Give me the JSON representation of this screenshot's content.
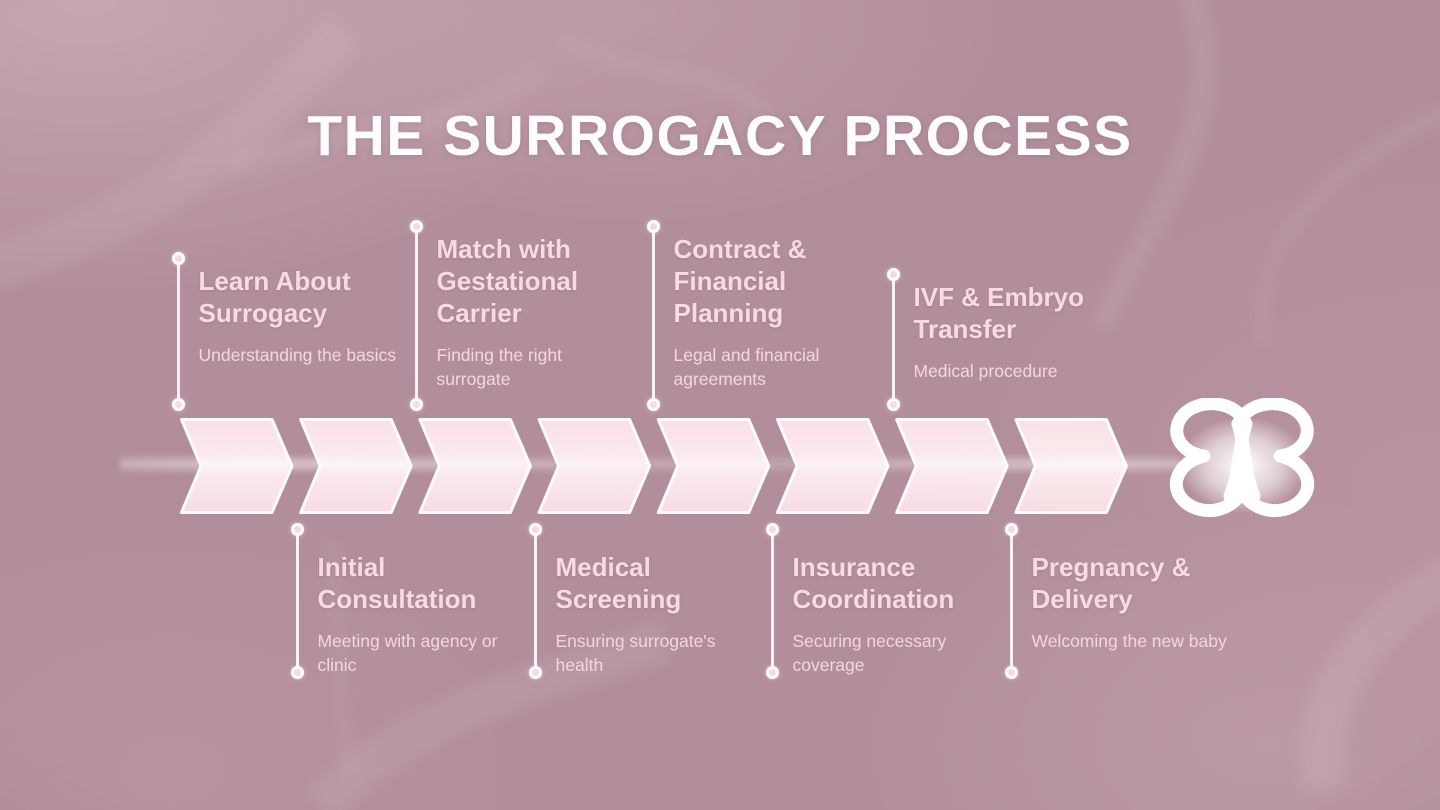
{
  "title": "THE SURROGACY PROCESS",
  "logo_icon": "butterfly",
  "colors": {
    "background": "#b28e9c",
    "chevron_fill": "#fce8ec",
    "milestone_text": "#f7dbe2",
    "subtitle_text": "#f3d7de",
    "accent_white": "#ffffff"
  },
  "milestones": [
    {
      "title": "Learn About Surrogacy",
      "subtitle": "Understanding the basics",
      "position": "top"
    },
    {
      "title": "Initial Consultation",
      "subtitle": "Meeting with agency or clinic",
      "position": "bottom"
    },
    {
      "title": "Match with Gestational Carrier",
      "subtitle": "Finding the right surrogate",
      "position": "top"
    },
    {
      "title": "Medical Screening",
      "subtitle": "Ensuring surrogate's health",
      "position": "bottom"
    },
    {
      "title": "Contract & Financial Planning",
      "subtitle": "Legal and financial agreements",
      "position": "top"
    },
    {
      "title": "Insurance Coordination",
      "subtitle": "Securing necessary coverage",
      "position": "bottom"
    },
    {
      "title": "IVF & Embryo Transfer",
      "subtitle": "Medical procedure",
      "position": "top"
    },
    {
      "title": "Pregnancy & Delivery",
      "subtitle": "Welcoming the new baby",
      "position": "bottom"
    }
  ]
}
